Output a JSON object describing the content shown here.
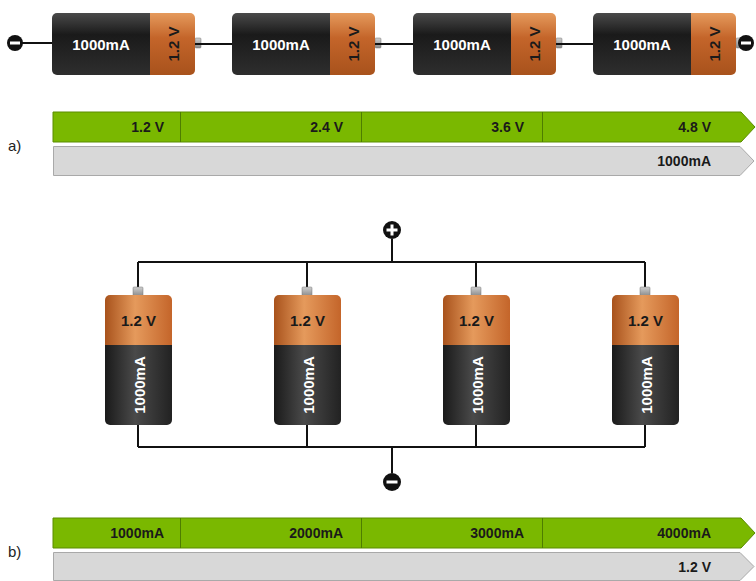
{
  "diagram": {
    "nodes": [
      {
        "text": [
          "1000mA",
          "1.2 V"
        ]
      },
      {
        "text": [
          "1000mA",
          "1.2 V"
        ]
      },
      {
        "text": [
          "1000mA",
          "1.2 V"
        ]
      },
      {
        "text": [
          "1000mA",
          "1.2 V"
        ]
      },
      {
        "text": [
          "1.2 V"
        ]
      },
      {
        "text": [
          "2.4 V"
        ]
      },
      {
        "text": [
          "3.6 V"
        ]
      },
      {
        "text": [
          "4.8 V"
        ]
      },
      {
        "text": [
          "1000mA"
        ]
      },
      {
        "text": [
          "1.2 V",
          "1000mA"
        ]
      },
      {
        "text": [
          "1.2 V",
          "1000mA"
        ]
      },
      {
        "text": [
          "1.2 V",
          "1000mA"
        ]
      },
      {
        "text": [
          "1.2 V",
          "1000mA"
        ]
      },
      {
        "text": [
          "1000mA"
        ]
      },
      {
        "text": [
          "2000mA"
        ]
      },
      {
        "text": [
          "3000mA"
        ]
      },
      {
        "text": [
          "4000mA"
        ]
      },
      {
        "text": [
          "1.2 V"
        ]
      }
    ],
    "edges": [
      {
        "from": 0,
        "to": 1,
        "arrow": "none"
      },
      {
        "from": 1,
        "to": 2,
        "arrow": "none"
      },
      {
        "from": 2,
        "to": 3,
        "arrow": "none"
      }
    ],
    "labels": [
      "a)",
      "b)"
    ]
  }
}
